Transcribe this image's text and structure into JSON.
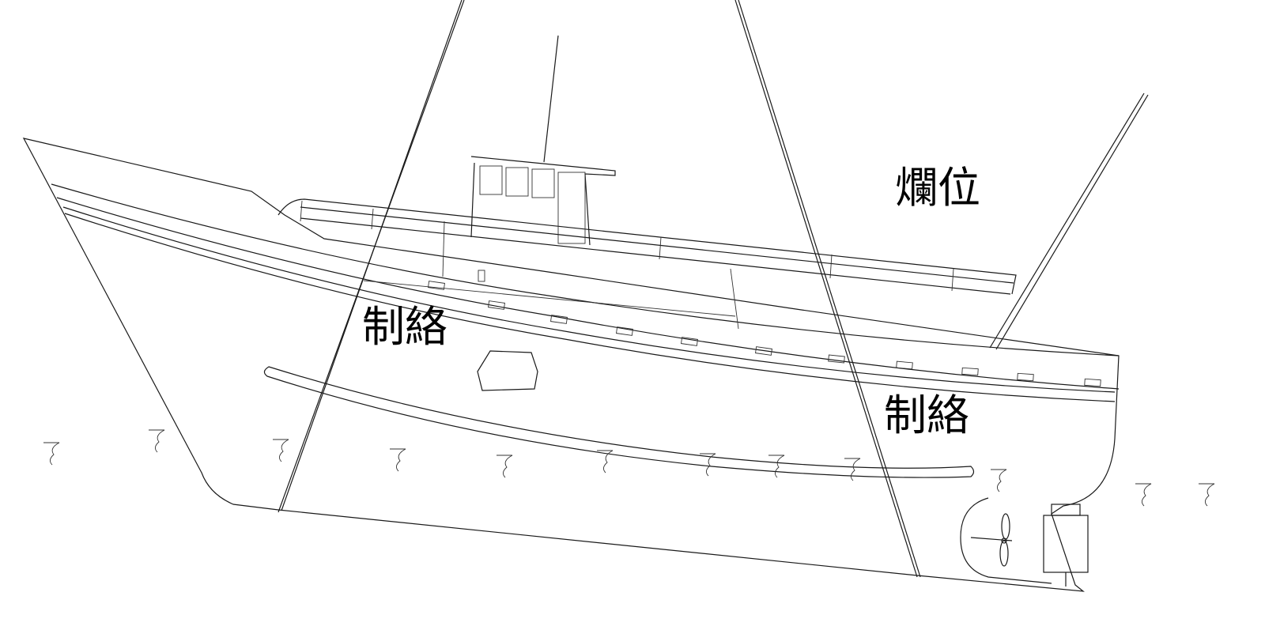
{
  "labels": {
    "upper": "爛位",
    "bow_side": "制絡",
    "stern_side": "制絡"
  },
  "colors": {
    "line": "#1a1a1a",
    "background": "#ffffff"
  },
  "icons": [
    "ship-outline-drawing",
    "propeller-icon",
    "rudder-icon",
    "seaweed-marks"
  ]
}
